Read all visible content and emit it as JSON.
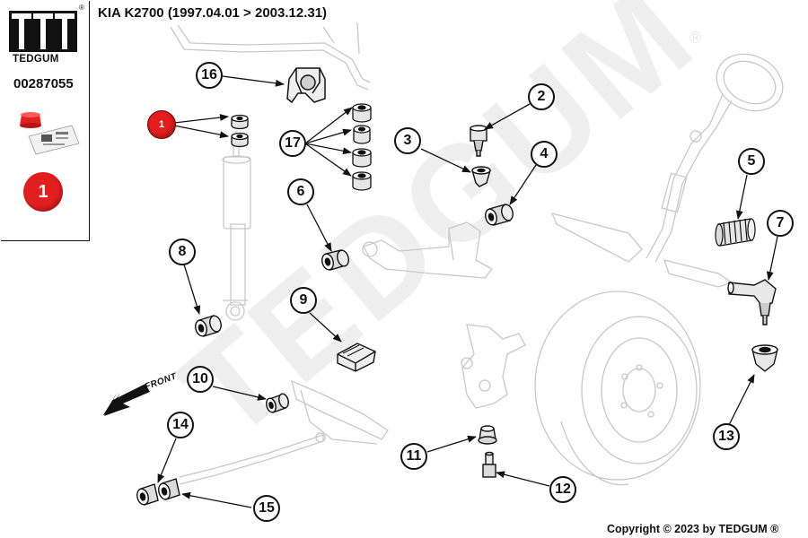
{
  "header": {
    "brand": "TEDGUM",
    "registered_mark": "®",
    "part_number": "00287055",
    "title": "KIA K2700  (1997.04.01 > 2003.12.31)"
  },
  "selected_badge": {
    "label": "1",
    "color": "#e31e1e"
  },
  "callouts": [
    {
      "id": "16",
      "label": "16"
    },
    {
      "id": "17",
      "label": "17"
    },
    {
      "id": "6",
      "label": "6"
    },
    {
      "id": "8",
      "label": "8"
    },
    {
      "id": "9",
      "label": "9"
    },
    {
      "id": "10",
      "label": "10"
    },
    {
      "id": "14",
      "label": "14"
    },
    {
      "id": "15",
      "label": "15"
    },
    {
      "id": "2",
      "label": "2"
    },
    {
      "id": "3",
      "label": "3"
    },
    {
      "id": "4",
      "label": "4"
    },
    {
      "id": "5",
      "label": "5"
    },
    {
      "id": "7",
      "label": "7"
    },
    {
      "id": "11",
      "label": "11"
    },
    {
      "id": "12",
      "label": "12"
    },
    {
      "id": "13",
      "label": "13"
    }
  ],
  "front_label": "FRONT",
  "watermark": {
    "text": "TEDGUM",
    "mark": "®"
  },
  "footer": {
    "copyright": "Copyright © 2023 by TEDGUM ®"
  }
}
